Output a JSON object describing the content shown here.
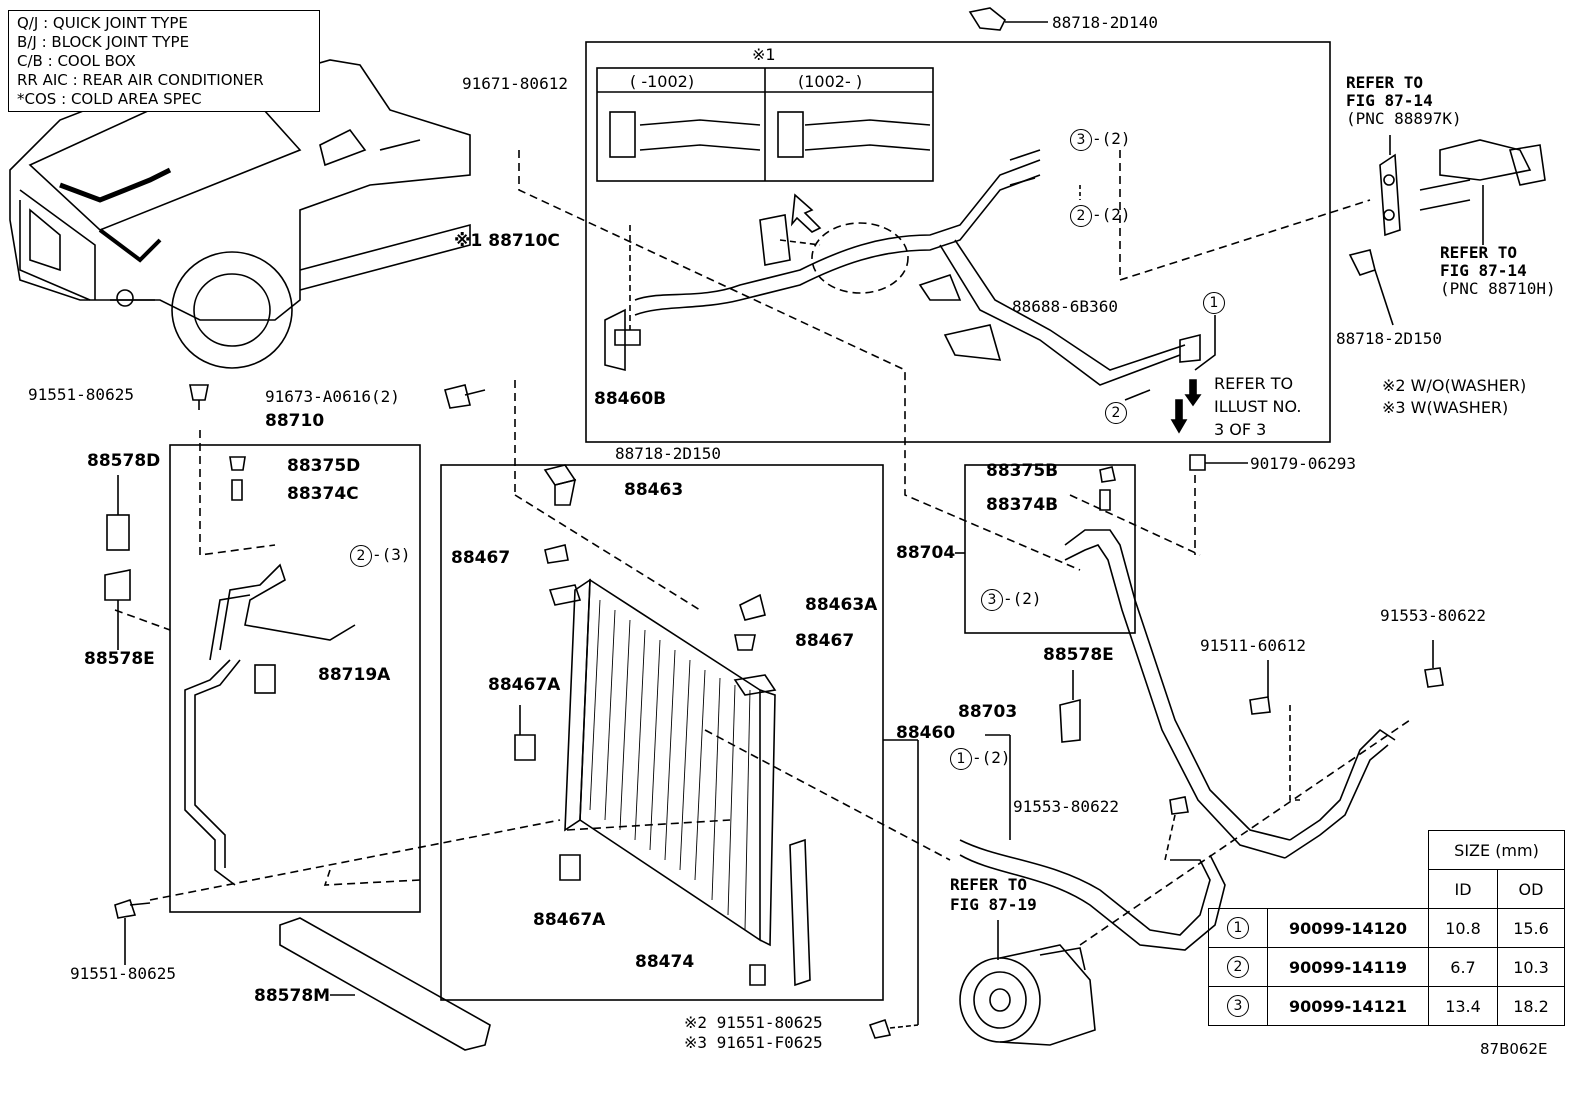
{
  "legend": [
    {
      "abbr": "Q/J",
      "sep": ":",
      "text": "QUICK JOINT TYPE"
    },
    {
      "abbr": "B/J",
      "sep": ":",
      "text": "BLOCK JOINT TYPE"
    },
    {
      "abbr": "C/B",
      "sep": ":",
      "text": "COOL BOX"
    },
    {
      "abbr": "RR AIC",
      "sep": ":",
      "text": "REAR AIR CONDITIONER"
    },
    {
      "abbr": "*COS",
      "sep": ":",
      "text": "COLD AREA SPEC"
    }
  ],
  "detail_box": {
    "marker": "※1",
    "left_range": "(   -1002)",
    "right_range": "(1002-    )"
  },
  "parts": {
    "p88718_2D140": "88718-2D140",
    "p91671_80612": "91671-80612",
    "p88710C": "※1 88710C",
    "p88460B": "88460B",
    "p88688_6B360": "88688-6B360",
    "p91551_80625_top": "91551-80625",
    "p91673_A0616": "91673-A0616(2)",
    "p88710": "88710",
    "p88375D": "88375D",
    "p88374C": "88374C",
    "p88578D": "88578D",
    "p88578E_left": "88578E",
    "p88719A": "88719A",
    "p91551_80625_bot": "91551-80625",
    "p88578M": "88578M",
    "p88718_2D150_mid": "88718-2D150",
    "p88463": "88463",
    "p88467_top": "88467",
    "p88463A": "88463A",
    "p88467_mid": "88467",
    "p88467A_top": "88467A",
    "p88467A_bot": "88467A",
    "p88474": "88474",
    "p88460": "88460",
    "p91551_80625_w": "※2 91551-80625",
    "p91651_F0625": "※3 91651-F0625",
    "p88375B": "88375B",
    "p88374B": "88374B",
    "p88704": "88704",
    "p90179_06293": "90179-06293",
    "p88578E_right": "88578E",
    "p88703": "88703",
    "p91553_80622_mid": "91553-80622",
    "p91511_60612": "91511-60612",
    "p91553_80622_right": "91553-80622",
    "p88718_2D150_right": "88718-2D150",
    "diagram_code": "87B062E"
  },
  "callouts": {
    "c3_top": {
      "num": "3",
      "qty": "-(2)"
    },
    "c2_top": {
      "num": "2",
      "qty": "-(2)"
    },
    "c1_top": {
      "num": "1"
    },
    "c2_arrow": {
      "num": "2"
    },
    "c2_left": {
      "num": "2",
      "qty": "-(3)"
    },
    "c3_right": {
      "num": "3",
      "qty": "-(2)"
    },
    "c1_bottom": {
      "num": "1",
      "qty": "-(2)"
    }
  },
  "refs": {
    "fig_87_14_a": [
      "REFER TO",
      "FIG 87-14",
      "(PNC 88897K)"
    ],
    "fig_87_14_b": [
      "REFER TO",
      "FIG 87-14",
      "(PNC 88710H)"
    ],
    "illust_3": [
      "REFER TO",
      "ILLUST NO.",
      "3 OF 3"
    ],
    "fig_87_19": [
      "REFER TO",
      "FIG 87-19"
    ]
  },
  "notes": {
    "washer_wo": "※2 W/O(WASHER)",
    "washer_w": "※3 W(WASHER)"
  },
  "size_table": {
    "header": "SIZE (mm)",
    "col_id": "ID",
    "col_od": "OD",
    "rows": [
      {
        "num": "1",
        "part": "90099-14120",
        "id": "10.8",
        "od": "15.6"
      },
      {
        "num": "2",
        "part": "90099-14119",
        "id": "6.7",
        "od": "10.3"
      },
      {
        "num": "3",
        "part": "90099-14121",
        "id": "13.4",
        "od": "18.2"
      }
    ]
  }
}
